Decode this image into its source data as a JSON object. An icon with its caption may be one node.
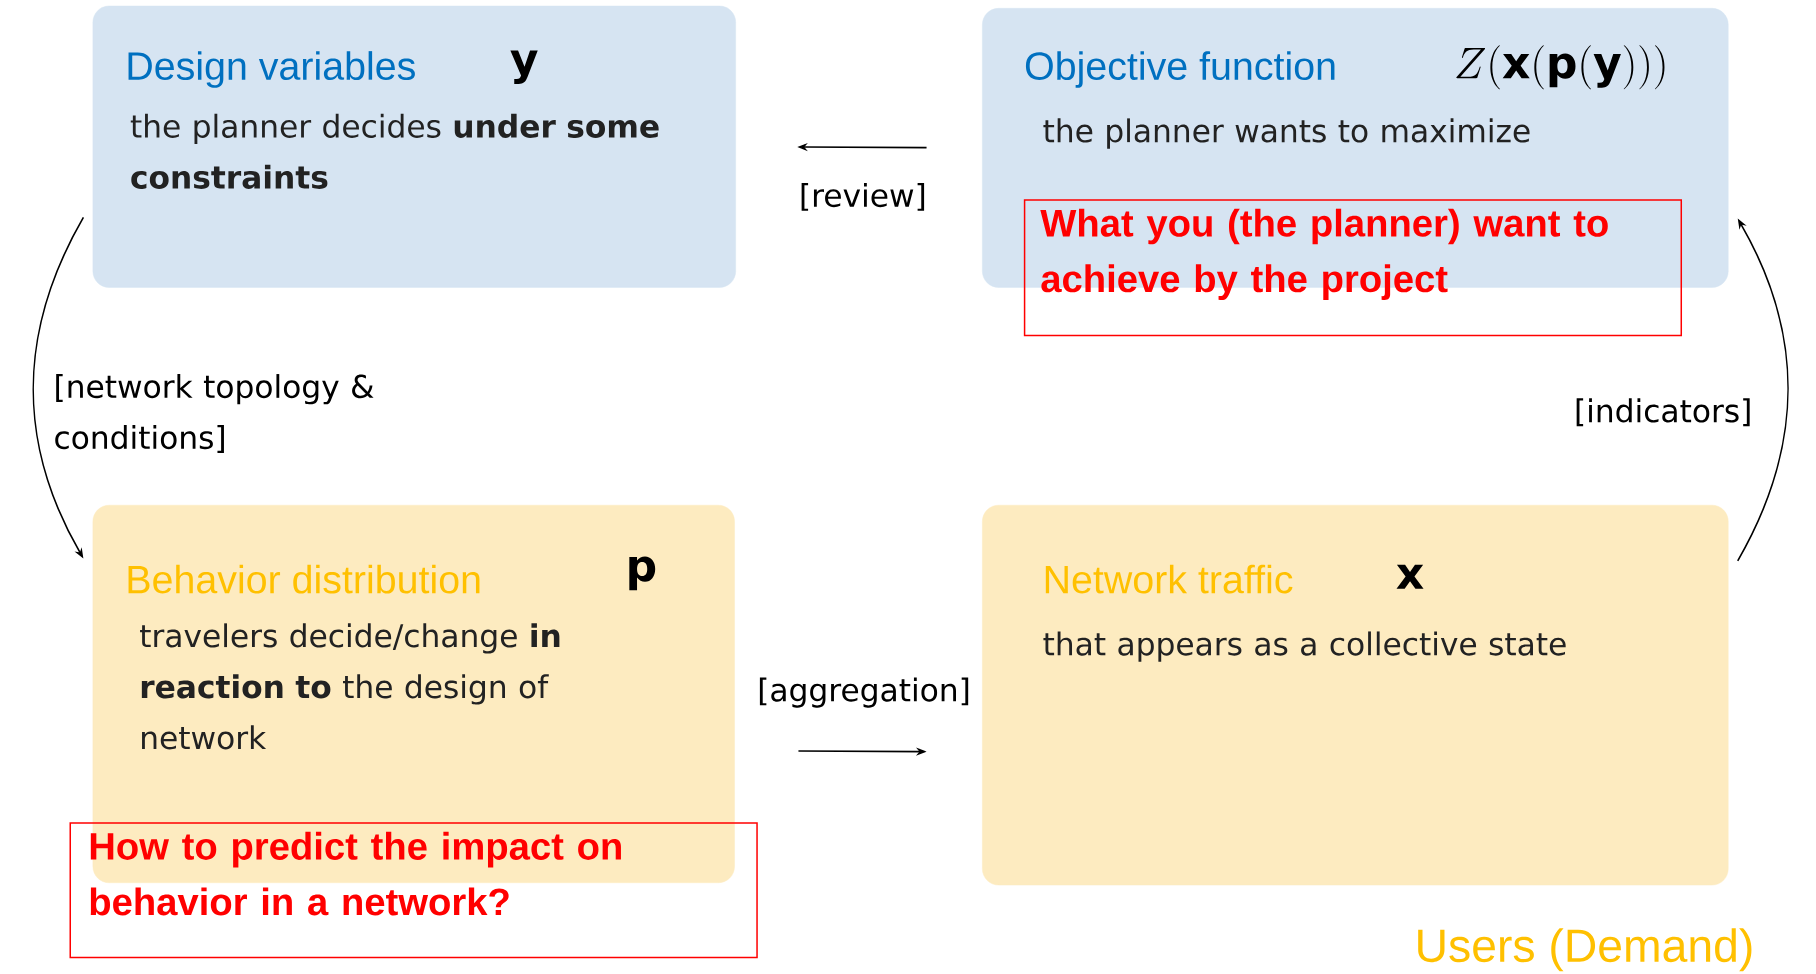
{
  "diagram": {
    "nodes": [
      {
        "text": [
          "Design variables",
          "\\mathbf{y}",
          "the planner decides **under some constraints**"
        ]
      },
      {
        "text": [
          "Objective function",
          "Z(\\mathbf{x}(\\mathbf{p}(\\mathbf{y})))",
          "the planner wants to maximize"
        ]
      },
      {
        "text": [
          "What you (the planner) want to achieve by the project"
        ]
      },
      {
        "text": [
          "Behavior distribution",
          "\\mathbf{p}",
          "travelers decide/change **in reaction to** the design of network"
        ]
      },
      {
        "text": [
          "How to predict the impact on behavior in a network?"
        ]
      },
      {
        "text": [
          "Network traffic",
          "\\mathbf{x}",
          "that appears as a collective state"
        ]
      }
    ],
    "edges": [
      {
        "from": 1,
        "to": 0,
        "arrow": "to",
        "label": "[review]"
      },
      {
        "from": 0,
        "to": 3,
        "arrow": "to",
        "label": "[network topology & conditions]"
      },
      {
        "from": 3,
        "to": 5,
        "arrow": "to",
        "label": "[aggregation]"
      },
      {
        "from": 5,
        "to": 1,
        "arrow": "to",
        "label": "[indicators]"
      }
    ],
    "labels": [
      "Users (Demand)"
    ]
  }
}
